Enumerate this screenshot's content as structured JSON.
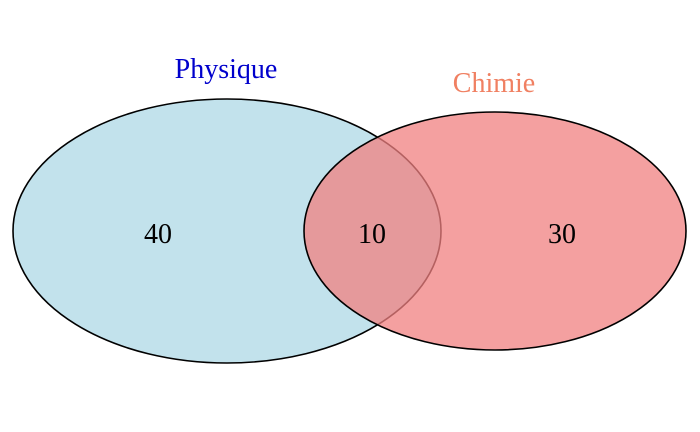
{
  "venn": {
    "sets": [
      {
        "label": "Physique",
        "label_color": "#0000cc",
        "fill_color": "#add8e6",
        "only_count": "40"
      },
      {
        "label": "Chimie",
        "label_color": "#f08062",
        "fill_color": "#f08080",
        "only_count": "30"
      }
    ],
    "intersection_count": "10",
    "outline_color": "#000000"
  }
}
